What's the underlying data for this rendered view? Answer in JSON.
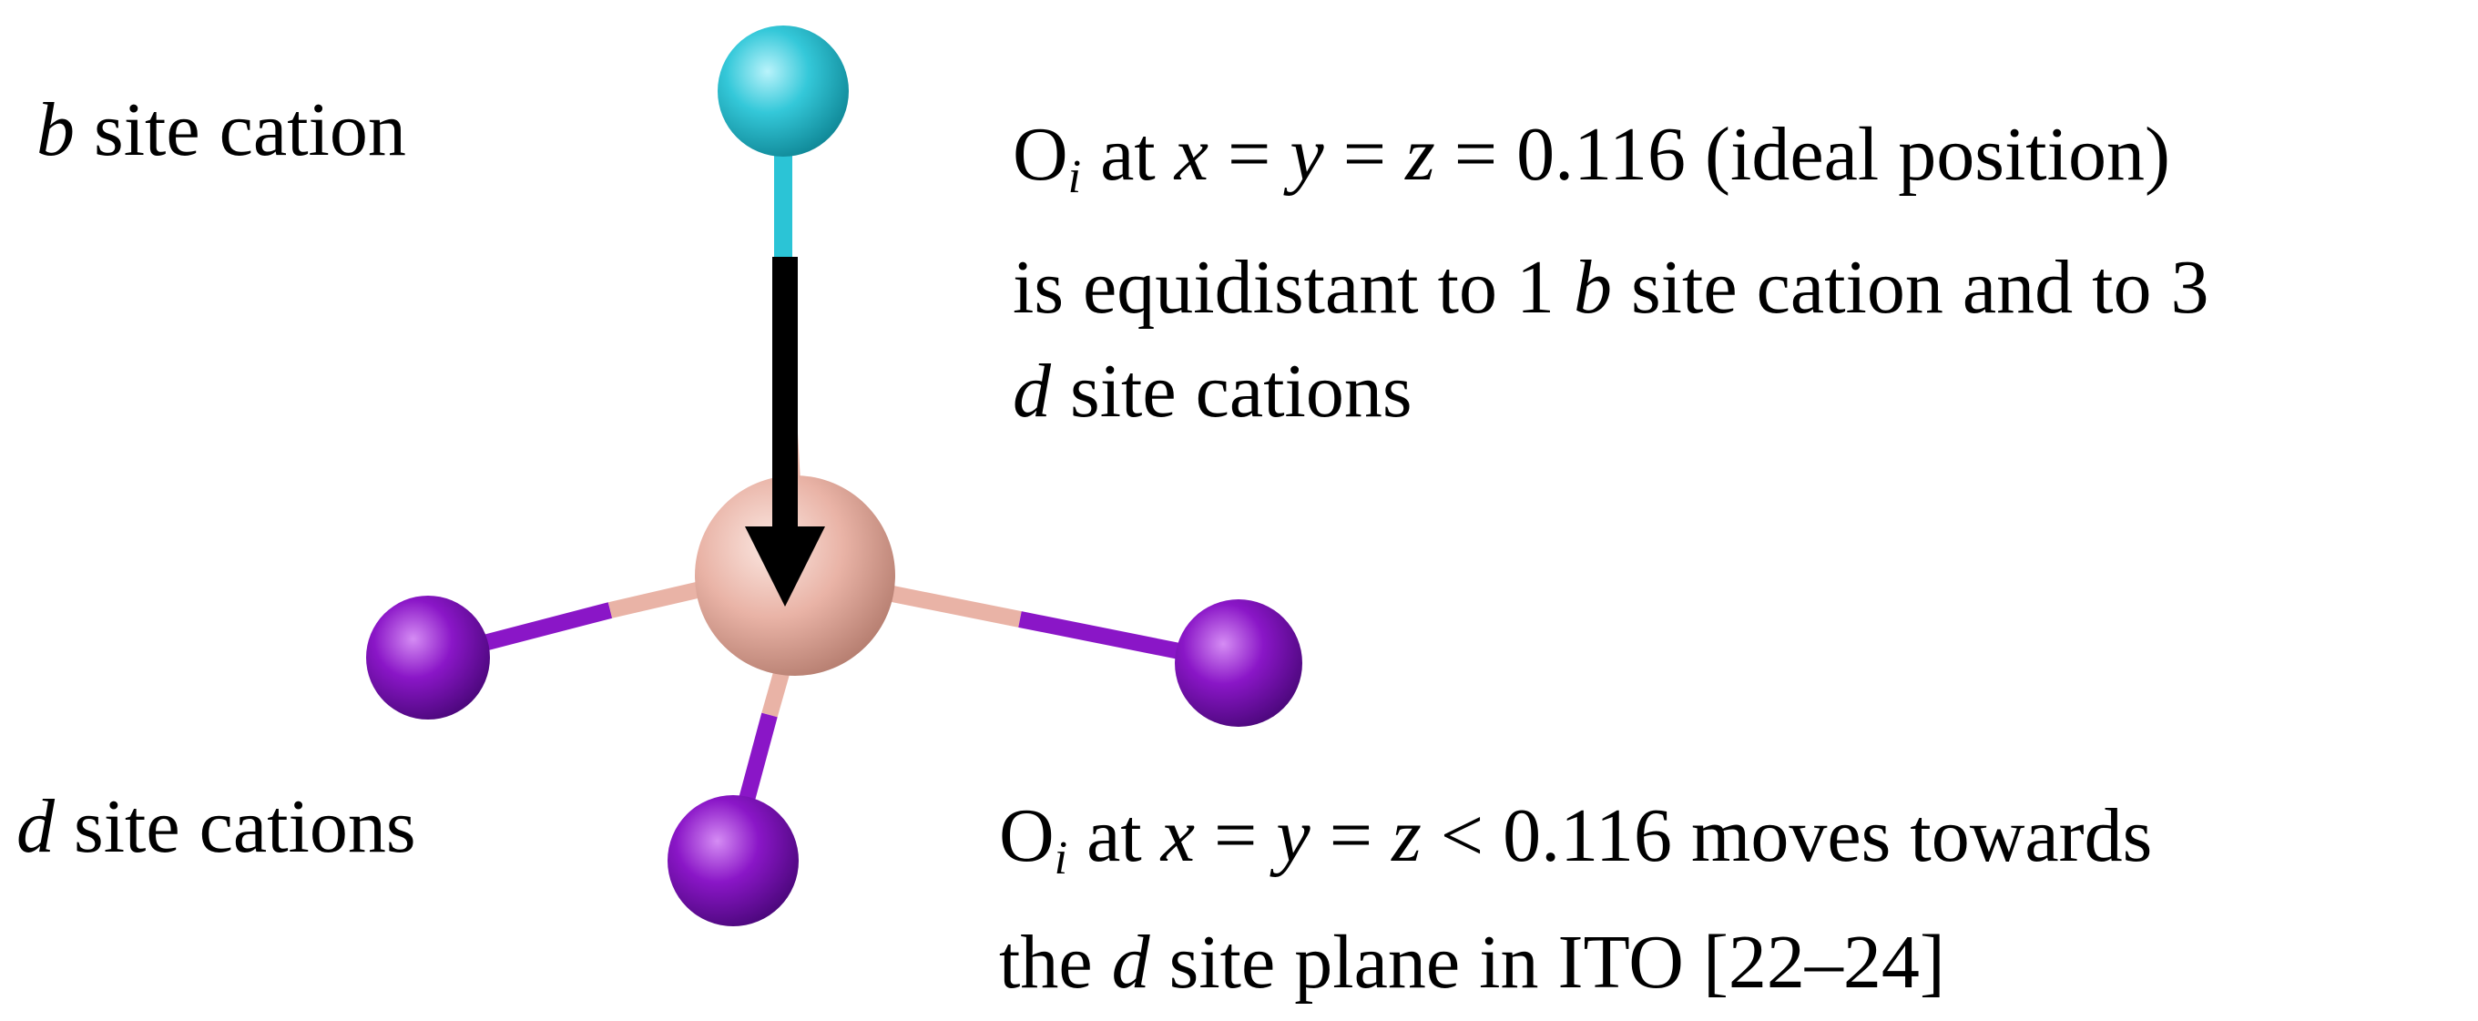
{
  "labels": {
    "b_site": {
      "italic": "b",
      "text": " site cation"
    },
    "d_site": {
      "italic": "d",
      "text": " site cations"
    }
  },
  "ideal_note": {
    "line1": {
      "o": "O",
      "sub": "i",
      "a": " at ",
      "x": "x",
      "eq1": " = ",
      "y": "y",
      "eq2": " = ",
      "z": "z",
      "rest": " = 0.116 (ideal position)"
    },
    "line2": {
      "a": "is equidistant to 1 ",
      "b": "b",
      "c": " site cation and to 3"
    },
    "line3": {
      "d": "d",
      "rest": " site cations"
    }
  },
  "ito_note": {
    "line1": {
      "o": "O",
      "sub": "i",
      "a": " at ",
      "x": "x",
      "eq1": " = ",
      "y": "y",
      "eq2": " = ",
      "z": "z",
      "rest": " < 0.116 moves towards"
    },
    "line2": {
      "a": "the ",
      "d": "d",
      "rest": " site plane in ITO [22–24]"
    }
  },
  "colors": {
    "b_site_atom": "#2bc4d6",
    "oxygen_interstitial_atom": "#e9b3a6",
    "d_site_atom": "#8a16c7",
    "arrow": "#000000"
  }
}
